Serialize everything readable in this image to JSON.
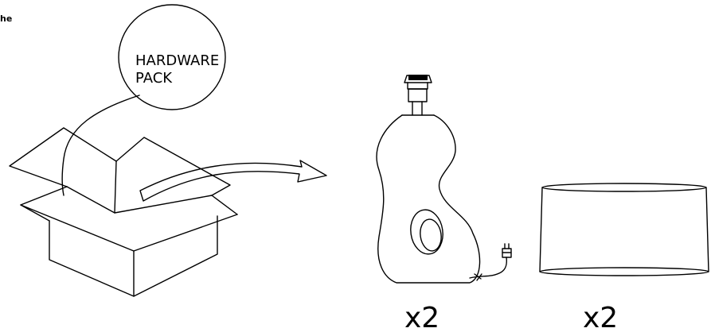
{
  "corner_text": "he",
  "hardware_label_line1": "HARDWARE",
  "hardware_label_line2": "PACK",
  "lamp_base_quantity": "x2",
  "lamp_shade_quantity": "x2",
  "colors": {
    "line": "#000000",
    "background": "#ffffff"
  }
}
